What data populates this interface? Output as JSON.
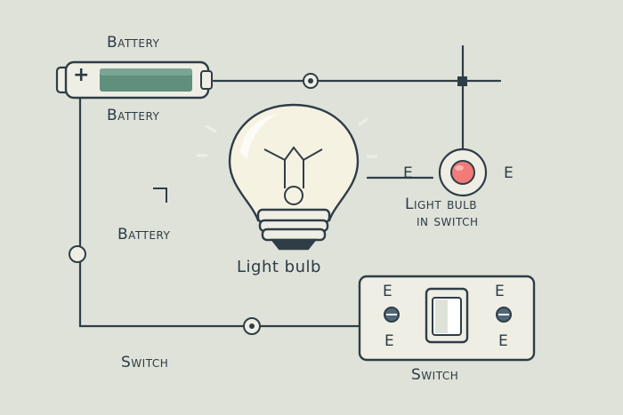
{
  "labels": {
    "battery_top": "Battery",
    "battery_mid": "Battery",
    "battery_left": "Battery",
    "bulb": "Light bulb",
    "indicator_line1": "Light bulb",
    "indicator_line2": "in switch",
    "switch_left": "Switch",
    "switch_box": "Switch",
    "battery_plus": "+",
    "indicator_e_left": "E",
    "indicator_e_right": "E",
    "switch_e_tl": "E",
    "switch_e_tr": "E",
    "switch_e_bl": "E",
    "switch_e_br": "E"
  },
  "colors": {
    "background": "#dfe2d9",
    "wire": "#2f3d47",
    "battery_fill": "#5f8f7d",
    "indicator_light": "#f07b78",
    "bulb_glass": "#f6f2e2"
  },
  "icons": [
    "battery-icon",
    "light-bulb-icon",
    "indicator-light-icon",
    "switch-icon"
  ]
}
